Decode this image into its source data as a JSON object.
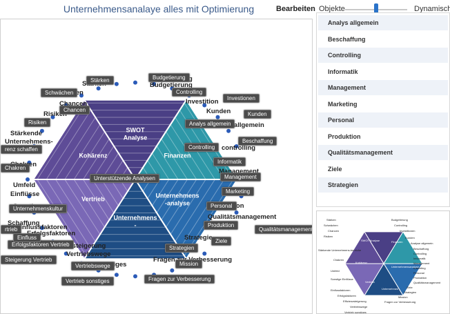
{
  "toolbar": {
    "title": "Unternehmensanalaye alles mit Optimierung",
    "edit_label": "Bearbeiten",
    "objects_label": "Objekte",
    "dynamic_label": "Dynamisch",
    "slider_value": 0.5
  },
  "diagram": {
    "segments": [
      {
        "label": "SWOT\nAnalyse",
        "color": "#4a3f85"
      },
      {
        "label": "Finanzen",
        "color": "#2e98a8"
      },
      {
        "label": "Unternehmens\n-analyse",
        "color": "#2a6cae"
      },
      {
        "label": "Unternehmens\n-",
        "color": "#1e4d84"
      },
      {
        "label": "Vertrieb",
        "color": "#7a68b6"
      },
      {
        "label": "Kohärenz",
        "color": "#5e4c97"
      }
    ],
    "center_label": "Unterstützende Analysen",
    "tags": [
      "Stärken",
      "Schwächen",
      "Chancen",
      "Risiken",
      "Budgetierung",
      "Controlling",
      "Investionen",
      "Kunden",
      "Analys allgemein",
      "Beschaffung",
      "Controlling",
      "Informatik",
      "Management",
      "Marketing",
      "Personal",
      "Produktion",
      "Qualitätsmanagement",
      "Ziele",
      "Strategien",
      "Mission",
      "Fragen zur Verbesserung",
      "Vertrieb sonstiges",
      "Vertriebswege",
      "Steigerung Vertrieb",
      "Erfolgsfaktoren Vertrieb",
      "Unternehmenskultur",
      "Chakren",
      "renz schaffen",
      "rtrieb",
      "Einfluss"
    ],
    "ghosts": [
      "Stärken",
      "wächen",
      "Chancen",
      "Risiken",
      "Budgetierung",
      "Budgetierung",
      "Investition",
      "Kunden",
      "e allgemein",
      "controlling",
      "Management",
      "uktion",
      "Qualitätsmanagement",
      "Ziele",
      "Strategie",
      "Fragen zur Verbesserung",
      "gsteigerung",
      "Vertriebswege",
      "stiges",
      "Erfolgsfaktoren",
      "Einflussfaktoren",
      "Sonstige",
      "Einflüsse",
      "Umfeld",
      "Chakren",
      "Stärkende",
      "Unternehmens-",
      "Umfeld",
      "Schaffung"
    ]
  },
  "sidebar": {
    "items": [
      {
        "label": "Analys allgemein"
      },
      {
        "label": "Beschaffung"
      },
      {
        "label": "Controlling"
      },
      {
        "label": "Informatik"
      },
      {
        "label": "Management"
      },
      {
        "label": "Marketing"
      },
      {
        "label": "Personal"
      },
      {
        "label": "Produktion"
      },
      {
        "label": "Qualitätsmanagement"
      },
      {
        "label": "Ziele"
      },
      {
        "label": "Strategien"
      }
    ]
  },
  "preview": {
    "labels": [
      "Stärken",
      "Budgetierung",
      "Schwächen",
      "Controlling",
      "Chancen",
      "Investitionen",
      "Risiken",
      "Kunden",
      "Analyse allgemein",
      "Beschaffung",
      "Controlling",
      "Informatik",
      "Management",
      "Marketing",
      "Personal",
      "Produktion",
      "Qualitätsmanagement",
      "Ziele",
      "Strategien",
      "Mission",
      "Fragen zur Verbesserung",
      "Vertrieb sonstiges",
      "Vertriebswege",
      "Effizienzsteigerung",
      "Erfolgsfaktoren",
      "Einflussfaktoren",
      "Sonstige Einflüsse",
      "Umfeld",
      "Chakren",
      "Stärkende Unternehmens-bereiche",
      "SWOT Analyse",
      "Finanzen",
      "Kohärenz",
      "Unternehmensanalyse",
      "Vertrieb",
      "Unternehmen"
    ]
  }
}
